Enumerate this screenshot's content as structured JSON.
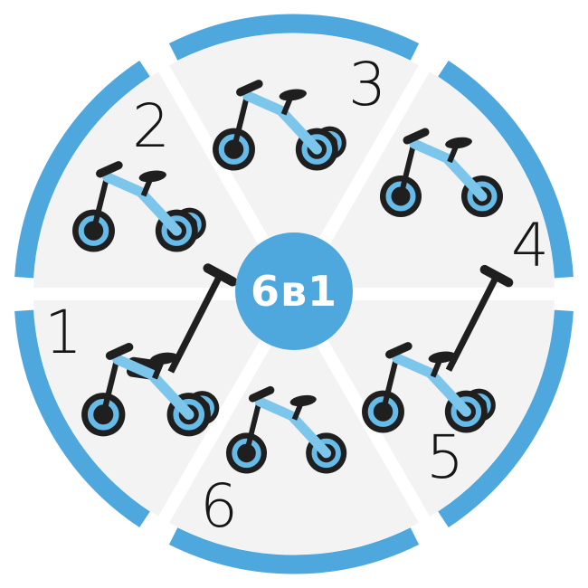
{
  "diagram": {
    "center_label": "6в1",
    "segments": [
      {
        "number": "1",
        "icon": "tricycle-with-parent-handle-and-basket-icon"
      },
      {
        "number": "2",
        "icon": "balance-tricycle-icon"
      },
      {
        "number": "3",
        "icon": "tricycle-icon"
      },
      {
        "number": "4",
        "icon": "balance-bike-icon"
      },
      {
        "number": "5",
        "icon": "tricycle-with-parent-handle-icon"
      },
      {
        "number": "6",
        "icon": "low-balance-bike-icon"
      }
    ],
    "colors": {
      "ring_blue": "#4EA7DD",
      "center_circle_blue": "#4EA7DD",
      "bike_frame_blue": "#7CC6EC",
      "bike_rim_blue": "#66BBE8",
      "bike_dark": "#1F1F1F",
      "segment_background": "#F3F3F3",
      "number_color": "#161616",
      "divider_white": "#FFFFFF"
    }
  }
}
